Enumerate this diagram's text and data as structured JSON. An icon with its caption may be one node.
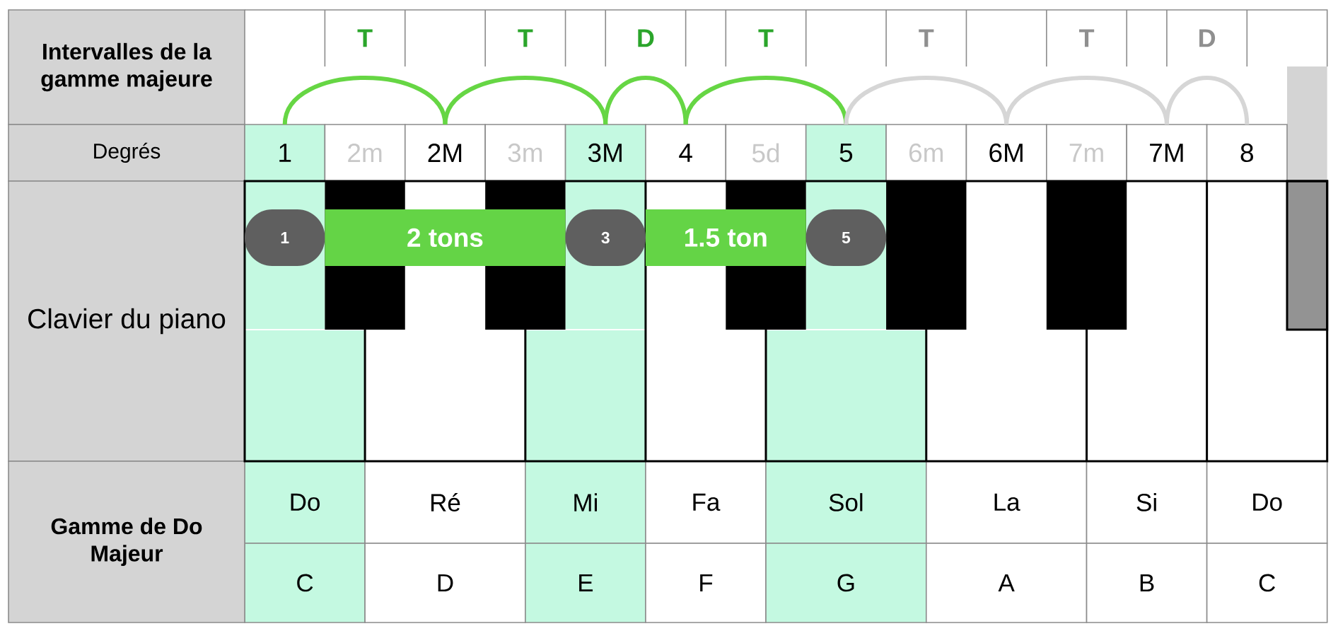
{
  "diagram": {
    "nodes": [
      {
        "text": [
          "Intervalles de la gamme majeure"
        ]
      },
      {
        "text": [
          "Degrés"
        ]
      },
      {
        "text": [
          "1"
        ]
      },
      {
        "text": [
          "2m"
        ]
      },
      {
        "text": [
          "2M"
        ]
      },
      {
        "text": [
          "3m"
        ]
      },
      {
        "text": [
          "3M"
        ]
      },
      {
        "text": [
          "4"
        ]
      },
      {
        "text": [
          "5d"
        ]
      },
      {
        "text": [
          "5"
        ]
      },
      {
        "text": [
          "6m"
        ]
      },
      {
        "text": [
          "6M"
        ]
      },
      {
        "text": [
          "7m"
        ]
      },
      {
        "text": [
          "7M"
        ]
      },
      {
        "text": [
          "8"
        ]
      },
      {
        "text": [
          "Clavier du piano"
        ]
      },
      {
        "text": [
          "1"
        ]
      },
      {
        "text": [
          "2 tons"
        ]
      },
      {
        "text": [
          "3"
        ]
      },
      {
        "text": [
          "1.5 ton"
        ]
      },
      {
        "text": [
          "5"
        ]
      },
      {
        "text": [
          "Gamme de Do Majeur"
        ]
      }
    ],
    "edges": [
      {
        "from": 2,
        "to": 4,
        "arrow": "none",
        "label": "T"
      },
      {
        "from": 4,
        "to": 6,
        "arrow": "none",
        "label": "T"
      },
      {
        "from": 6,
        "to": 7,
        "arrow": "none",
        "label": "D"
      },
      {
        "from": 7,
        "to": 9,
        "arrow": "none",
        "label": "T"
      },
      {
        "from": 9,
        "to": 11,
        "arrow": "none",
        "label": "T",
        "color": "#d6d6d6"
      },
      {
        "from": 11,
        "to": 13,
        "arrow": "none",
        "label": "T",
        "color": "#d6d6d6"
      },
      {
        "from": 13,
        "to": 14,
        "arrow": "none",
        "label": "D",
        "color": "#d6d6d6"
      }
    ],
    "labels": [
      "Do",
      "Ré",
      "Mi",
      "Fa",
      "Sol",
      "La",
      "Si",
      "Do",
      "C",
      "D",
      "E",
      "F",
      "G",
      "A",
      "B",
      "C"
    ]
  }
}
